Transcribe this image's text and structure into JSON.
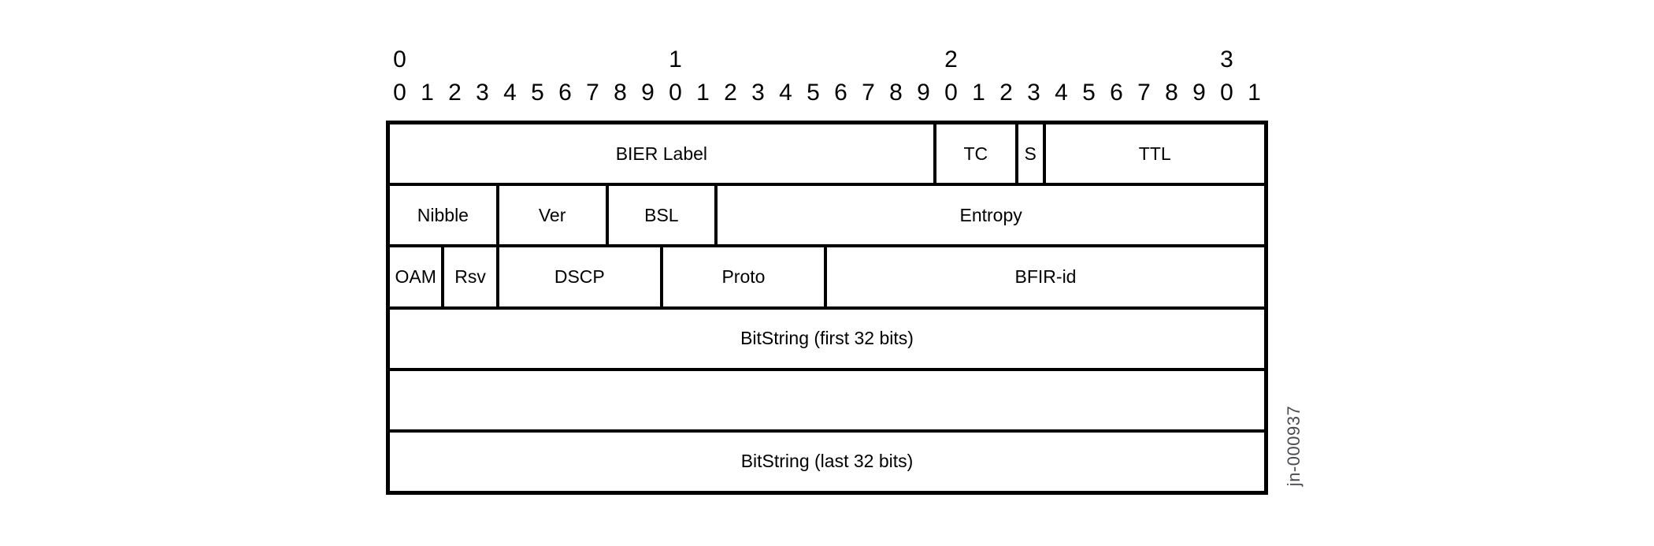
{
  "colors": {
    "background": "#ffffff",
    "border": "#000000",
    "text": "#000000",
    "figure_id_gray": "#4a4b4f"
  },
  "ruler": {
    "tens_labels": [
      "0",
      "1",
      "2",
      "3"
    ],
    "bit_labels": [
      "0",
      "1",
      "2",
      "3",
      "4",
      "5",
      "6",
      "7",
      "8",
      "9",
      "0",
      "1",
      "2",
      "3",
      "4",
      "5",
      "6",
      "7",
      "8",
      "9",
      "0",
      "1",
      "2",
      "3",
      "4",
      "5",
      "6",
      "7",
      "8",
      "9",
      "0",
      "1"
    ]
  },
  "header_table": {
    "bits_per_row": 32,
    "rows": [
      {
        "cells": [
          {
            "label": "BIER Label",
            "bits": 20
          },
          {
            "label": "TC",
            "bits": 3
          },
          {
            "label": "S",
            "bits": 1
          },
          {
            "label": "TTL",
            "bits": 8
          }
        ]
      },
      {
        "cells": [
          {
            "label": "Nibble",
            "bits": 4
          },
          {
            "label": "Ver",
            "bits": 4
          },
          {
            "label": "BSL",
            "bits": 4
          },
          {
            "label": "Entropy",
            "bits": 20
          }
        ]
      },
      {
        "cells": [
          {
            "label": "OAM",
            "bits": 2
          },
          {
            "label": "Rsv",
            "bits": 2
          },
          {
            "label": "DSCP",
            "bits": 6
          },
          {
            "label": "Proto",
            "bits": 6
          },
          {
            "label": "BFIR-id",
            "bits": 16
          }
        ]
      },
      {
        "cells": [
          {
            "label": "BitString (first 32 bits)",
            "bits": 32
          }
        ]
      },
      {
        "cells": [
          {
            "label": "",
            "bits": 32
          }
        ]
      },
      {
        "cells": [
          {
            "label": "BitString (last 32 bits)",
            "bits": 32
          }
        ]
      }
    ]
  },
  "watermark": {
    "figure_id": "jn-000937"
  }
}
